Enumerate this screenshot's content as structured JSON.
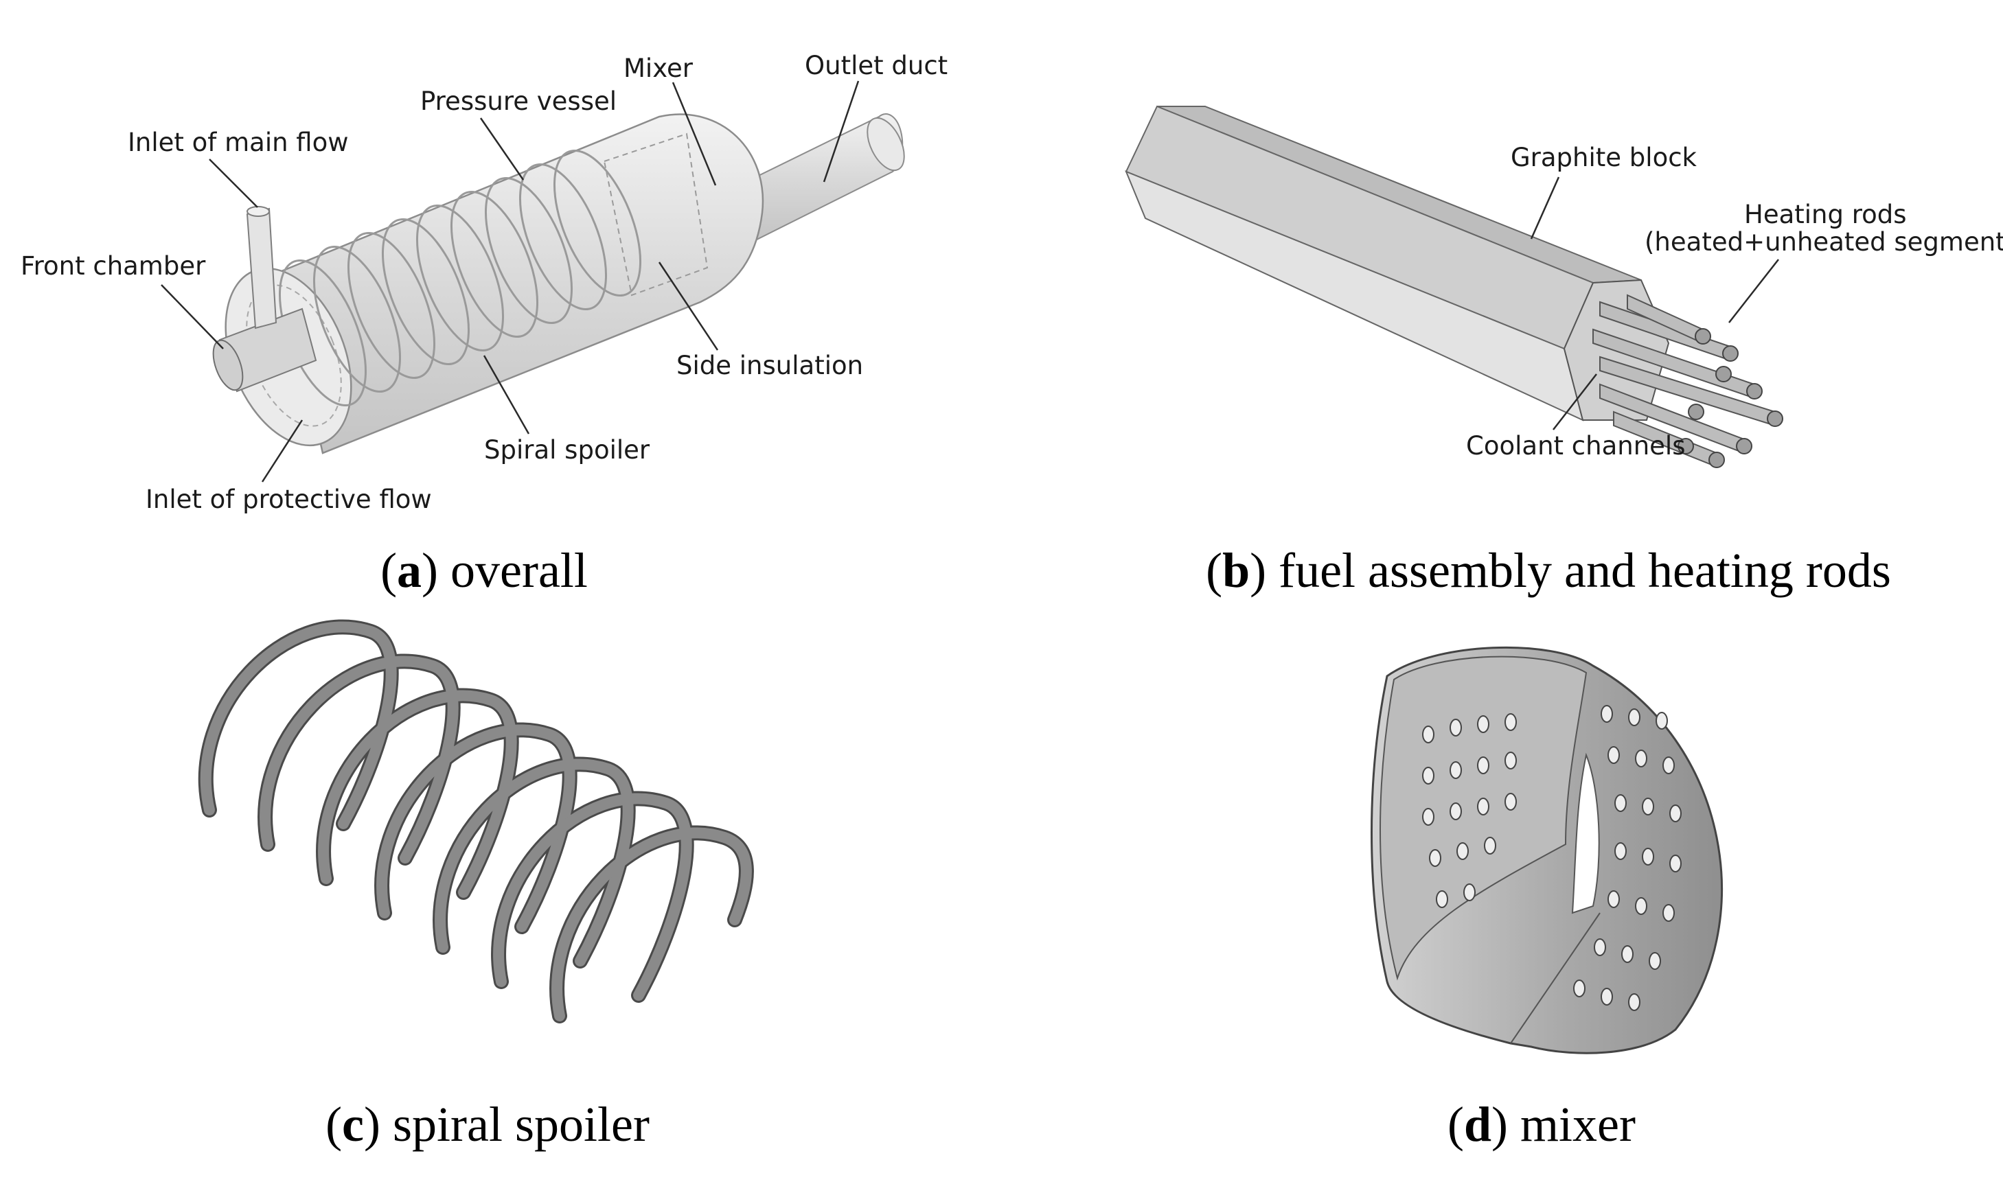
{
  "panels": {
    "a": {
      "letter": "a",
      "caption": "overall",
      "labels": {
        "mixer": "Mixer",
        "outlet_duct": "Outlet duct",
        "pressure_vessel": "Pressure vessel",
        "inlet_main_flow": "Inlet of main flow",
        "front_chamber": "Front chamber",
        "side_insulation": "Side insulation",
        "spiral_spoiler": "Spiral spoiler",
        "inlet_protective_flow": "Inlet of protective flow"
      }
    },
    "b": {
      "letter": "b",
      "caption": "fuel assembly and heating rods",
      "labels": {
        "graphite_block": "Graphite block",
        "heating_rods": "Heating rods",
        "heating_rods_note": "(heated+unheated segments)",
        "coolant_channels": "Coolant channels"
      }
    },
    "c": {
      "letter": "c",
      "caption": "spiral spoiler"
    },
    "d": {
      "letter": "d",
      "caption": "mixer"
    }
  },
  "colors": {
    "vessel_fill": "#e6e6e6",
    "vessel_stroke": "#8c8c8c",
    "metal": "#8a8a8a",
    "metal_dark": "#5e5e5e",
    "block_top": "#b9b9b9",
    "block_side": "#d8d8d8"
  }
}
